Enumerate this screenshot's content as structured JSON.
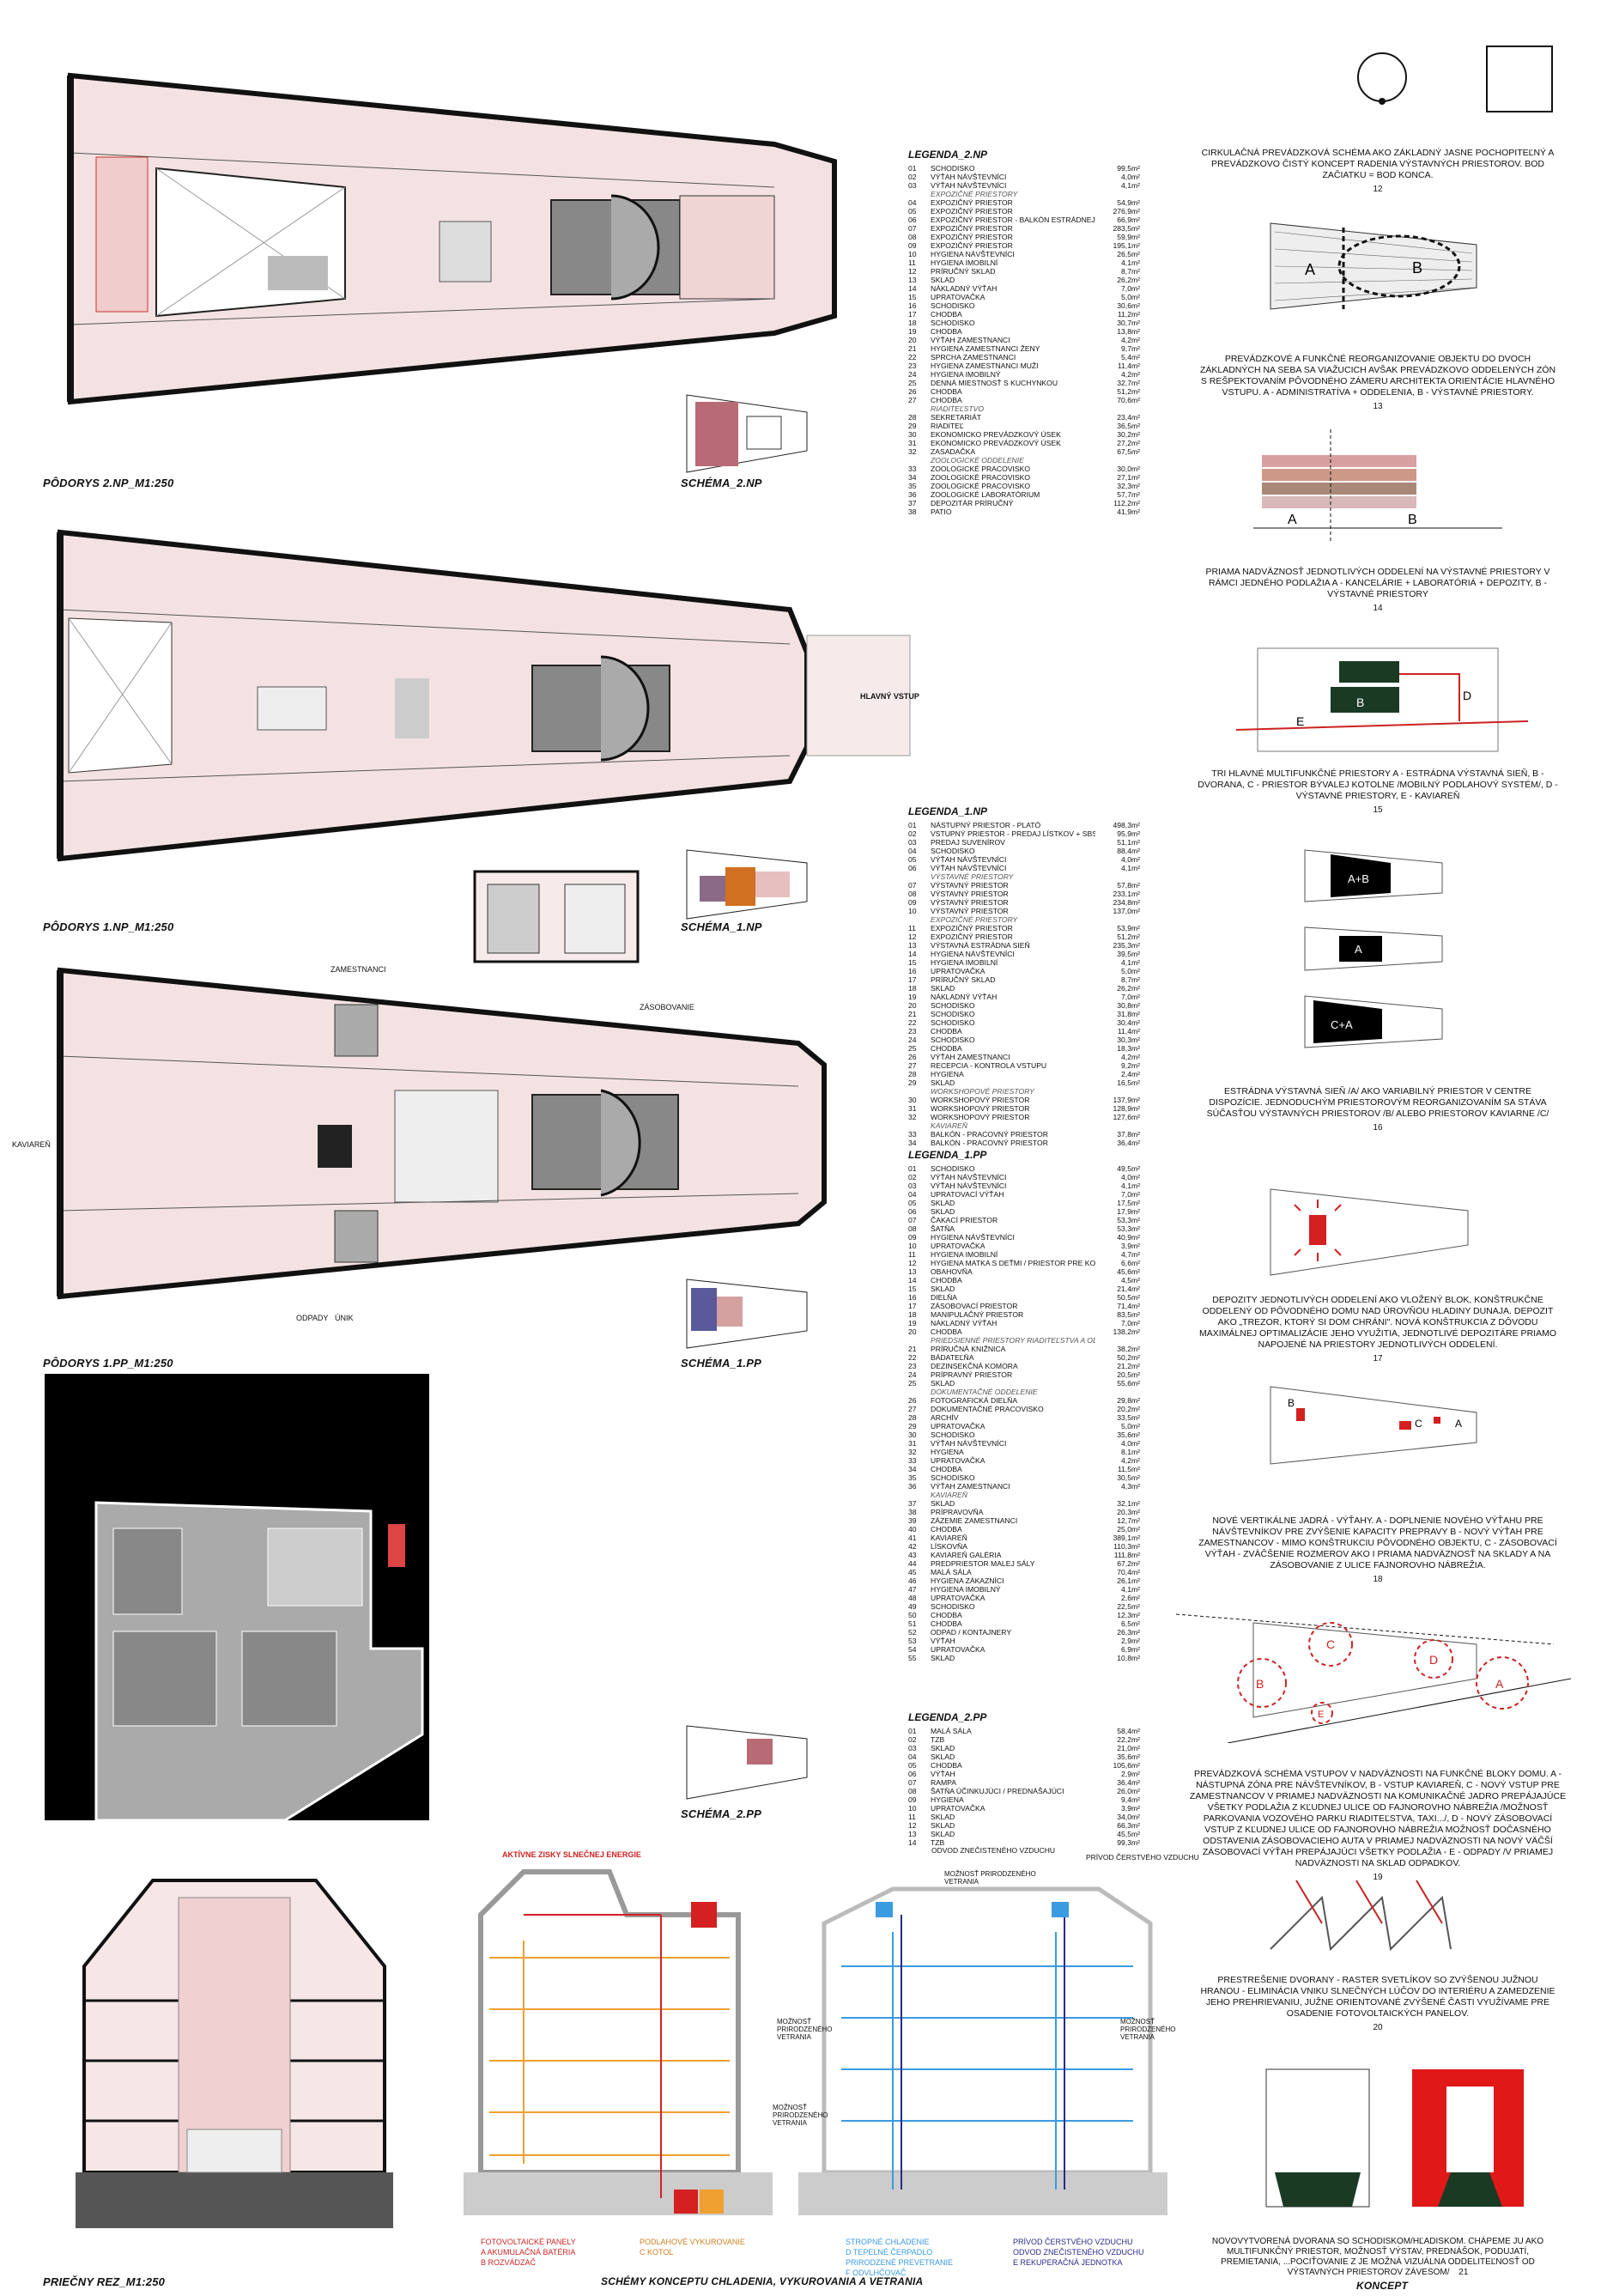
{
  "plans": {
    "np2_title": "PÔDORYS 2.NP_M1:250",
    "np2_schema": "SCHÉMA_2.NP",
    "np1_title": "PÔDORYS 1.NP_M1:250",
    "np1_schema": "SCHÉMA_1.NP",
    "np1_entrance": "HLAVNÝ VSTUP",
    "pp1_title": "PÔDORYS 1.PP_M1:250",
    "pp1_schema": "SCHÉMA_1.PP",
    "pp1_kaviaren": "KAVIAREŇ",
    "pp1_zamestnanci": "ZAMESTNANCI",
    "pp1_zasobovanie": "ZÁSOBOVANIE",
    "pp1_odpady": "ODPADY",
    "pp1_unik": "ÚNIK",
    "pp2_schema": "SCHÉMA_2.PP"
  },
  "legend_2np": {
    "title": "LEGENDA_2.NP",
    "rows": [
      [
        "01",
        "SCHODISKO",
        "99,5m²"
      ],
      [
        "02",
        "VÝŤAH NÁVŠTEVNÍCI",
        "4,0m²"
      ],
      [
        "03",
        "VÝŤAH NÁVŠTEVNÍCI",
        "4,1m²"
      ],
      [
        "",
        "EXPOZIČNÉ PRIESTORY",
        ""
      ],
      [
        "04",
        "EXPOZIČNÝ PRIESTOR",
        "54,9m²"
      ],
      [
        "05",
        "EXPOZIČNÝ PRIESTOR",
        "276,9m²"
      ],
      [
        "06",
        "EXPOZIČNÝ PRIESTOR - BALKÓN ESTRÁDNEJ SIENE",
        "66,9m²"
      ],
      [
        "07",
        "EXPOZIČNÝ PRIESTOR",
        "283,5m²"
      ],
      [
        "08",
        "EXPOZIČNÝ PRIESTOR",
        "59,9m²"
      ],
      [
        "09",
        "EXPOZIČNÝ PRIESTOR",
        "195,1m²"
      ],
      [
        "10",
        "HYGIENA NÁVŠTEVNÍCI",
        "26,5m²"
      ],
      [
        "11",
        "HYGIENA IMOBILNÍ",
        "4,1m²"
      ],
      [
        "12",
        "PRÍRUČNÝ SKLAD",
        "8,7m²"
      ],
      [
        "13",
        "SKLAD",
        "26,2m²"
      ],
      [
        "14",
        "NÁKLADNÝ VÝŤAH",
        "7,0m²"
      ],
      [
        "15",
        "UPRATOVAČKA",
        "5,0m²"
      ],
      [
        "16",
        "SCHODISKO",
        "30,6m²"
      ],
      [
        "17",
        "CHODBA",
        "11,2m²"
      ],
      [
        "18",
        "SCHODISKO",
        "30,7m²"
      ],
      [
        "19",
        "CHODBA",
        "13,8m²"
      ],
      [
        "20",
        "VÝŤAH ZAMESTNANCI",
        "4,2m²"
      ],
      [
        "21",
        "HYGIENA ZAMESTNANCI ŽENY",
        "9,7m²"
      ],
      [
        "22",
        "SPRCHA ZAMESTNANCI",
        "5,4m²"
      ],
      [
        "23",
        "HYGIENA ZAMESTNANCI MUŽI",
        "11,4m²"
      ],
      [
        "24",
        "HYGIENA IMOBILNÝ",
        "4,2m²"
      ],
      [
        "25",
        "DENNÁ MIESTNOSŤ S KUCHYNKOU",
        "32,7m²"
      ],
      [
        "26",
        "CHODBA",
        "51,2m²"
      ],
      [
        "27",
        "CHODBA",
        "70,6m²"
      ],
      [
        "",
        "RIADITEĽSTVO",
        ""
      ],
      [
        "28",
        "SEKRETARIÁT",
        "23,4m²"
      ],
      [
        "29",
        "RIADITEĽ",
        "36,5m²"
      ],
      [
        "30",
        "EKONOMICKO PREVÁDZKOVÝ ÚSEK",
        "30,2m²"
      ],
      [
        "31",
        "EKONOMICKO PREVÁDZKOVÝ ÚSEK",
        "27,2m²"
      ],
      [
        "32",
        "ZASADAČKA",
        "67,5m²"
      ],
      [
        "",
        "ZOOLOGICKÉ ODDELENIE",
        ""
      ],
      [
        "33",
        "ZOOLOGICKÉ PRACOVISKO",
        "30,0m²"
      ],
      [
        "34",
        "ZOOLOGICKÉ PRACOVISKO",
        "27,1m²"
      ],
      [
        "35",
        "ZOOLOGICKÉ PRACOVISKO",
        "32,3m²"
      ],
      [
        "36",
        "ZOOLOGICKÉ LABORATÓRIUM",
        "57,7m²"
      ],
      [
        "37",
        "DEPOZITÁR PRÍRUČNÝ",
        "112,2m²"
      ],
      [
        "38",
        "PATIO",
        "41,9m²"
      ]
    ]
  },
  "legend_1np": {
    "title": "LEGENDA_1.NP",
    "rows": [
      [
        "01",
        "NÁSTUPNÝ PRIESTOR - PLATÓ",
        "498,3m²"
      ],
      [
        "02",
        "VSTUPNÝ PRIESTOR - PREDAJ LÍSTKOV + SBS",
        "95,9m²"
      ],
      [
        "03",
        "PREDAJ SUVENÍROV",
        "51,1m²"
      ],
      [
        "04",
        "SCHODISKO",
        "88,4m²"
      ],
      [
        "05",
        "VÝŤAH NÁVŠTEVNÍCI",
        "4,0m²"
      ],
      [
        "06",
        "VÝŤAH NÁVŠTEVNÍCI",
        "4,1m²"
      ],
      [
        "",
        "VÝSTAVNÉ PRIESTORY",
        ""
      ],
      [
        "07",
        "VÝSTAVNÝ PRIESTOR",
        "57,8m²"
      ],
      [
        "08",
        "VÝSTAVNÝ PRIESTOR",
        "233,1m²"
      ],
      [
        "09",
        "VÝSTAVNÝ PRIESTOR",
        "234,8m²"
      ],
      [
        "10",
        "VÝSTAVNÝ PRIESTOR",
        "137,0m²"
      ],
      [
        "",
        "EXPOZIČNÉ PRIESTORY",
        ""
      ],
      [
        "11",
        "EXPOZIČNÝ PRIESTOR",
        "53,9m²"
      ],
      [
        "12",
        "EXPOZIČNÝ PRIESTOR",
        "51,2m²"
      ],
      [
        "13",
        "VÝSTAVNÁ ESTRÁDNA SIEŇ",
        "235,3m²"
      ],
      [
        "14",
        "HYGIENA NÁVŠTEVNÍCI",
        "39,5m²"
      ],
      [
        "15",
        "HYGIENA IMOBILNÍ",
        "4,1m²"
      ],
      [
        "16",
        "UPRATOVAČKA",
        "5,0m²"
      ],
      [
        "17",
        "PRÍRUČNÝ SKLAD",
        "8,7m²"
      ],
      [
        "18",
        "SKLAD",
        "26,2m²"
      ],
      [
        "19",
        "NÁKLADNÝ VÝŤAH",
        "7,0m²"
      ],
      [
        "20",
        "SCHODISKO",
        "30,8m²"
      ],
      [
        "21",
        "SCHODISKO",
        "31,8m²"
      ],
      [
        "22",
        "SCHODISKO",
        "30,4m²"
      ],
      [
        "23",
        "CHODBA",
        "11,4m²"
      ],
      [
        "24",
        "SCHODISKO",
        "30,3m²"
      ],
      [
        "25",
        "CHODBA",
        "18,3m²"
      ],
      [
        "26",
        "VÝŤAH ZAMESTNANCI",
        "4,2m²"
      ],
      [
        "27",
        "RECEPCIA - KONTROLA VSTUPU",
        "9,2m²"
      ],
      [
        "28",
        "HYGIENA",
        "2,4m²"
      ],
      [
        "29",
        "SKLAD",
        "16,5m²"
      ],
      [
        "",
        "WORKSHOPOVÉ PRIESTORY",
        ""
      ],
      [
        "30",
        "WORKSHOPOVÝ PRIESTOR",
        "137,9m²"
      ],
      [
        "31",
        "WORKSHOPOVÝ PRIESTOR",
        "128,9m²"
      ],
      [
        "32",
        "WORKSHOPOVÝ PRIESTOR",
        "127,6m²"
      ],
      [
        "",
        "KAVIAREŇ",
        ""
      ],
      [
        "33",
        "BALKÓN - PRACOVNÝ PRIESTOR",
        "37,8m²"
      ],
      [
        "34",
        "BALKÓN - PRACOVNÝ PRIESTOR",
        "36,4m²"
      ]
    ]
  },
  "legend_1pp": {
    "title": "LEGENDA_1.PP",
    "rows": [
      [
        "01",
        "SCHODISKO",
        "49,5m²"
      ],
      [
        "02",
        "VÝŤAH NÁVŠTEVNÍCI",
        "4,0m²"
      ],
      [
        "03",
        "VÝŤAH NÁVŠTEVNÍCI",
        "4,1m²"
      ],
      [
        "04",
        "UPRATOVACÍ VÝŤAH",
        "7,0m²"
      ],
      [
        "05",
        "SKLAD",
        "17,5m²"
      ],
      [
        "06",
        "SKLAD",
        "17,9m²"
      ],
      [
        "07",
        "ČAKACÍ PRIESTOR",
        "53,3m²"
      ],
      [
        "08",
        "ŠATŇA",
        "53,3m²"
      ],
      [
        "09",
        "HYGIENA NÁVŠTEVNÍCI",
        "40,9m²"
      ],
      [
        "10",
        "UPRATOVAČKA",
        "3,9m²"
      ],
      [
        "11",
        "HYGIENA IMOBILNÍ",
        "4,7m²"
      ],
      [
        "12",
        "HYGIENA MATKA S DEŤMI / PRIESTOR PRE KOJENIE",
        "6,6m²"
      ],
      [
        "13",
        "OBAHOVŇA",
        "45,6m²"
      ],
      [
        "14",
        "CHODBA",
        "4,5m²"
      ],
      [
        "15",
        "SKLAD",
        "21,4m²"
      ],
      [
        "16",
        "DIELŇA",
        "50,5m²"
      ],
      [
        "17",
        "ZÁSOBOVACÍ PRIESTOR",
        "71,4m²"
      ],
      [
        "18",
        "MANIPULAČNÝ PRIESTOR",
        "83,5m²"
      ],
      [
        "19",
        "NÁKLADNÝ VÝŤAH",
        "7,0m²"
      ],
      [
        "20",
        "CHODBA",
        "138,2m²"
      ],
      [
        "",
        "PRIEDSIENNÉ PRIESTORY RIADITEĽSTVA A ODBORNÝCH PRACOVÍSK",
        ""
      ],
      [
        "21",
        "PRÍRUČNÁ KNIŽNICA",
        "38,2m²"
      ],
      [
        "22",
        "BÁDATEĽŇA",
        "50,2m²"
      ],
      [
        "23",
        "DEZINSEKČNÁ KOMORA",
        "21,2m²"
      ],
      [
        "24",
        "PRÍPRAVNÝ PRIESTOR",
        "20,5m²"
      ],
      [
        "25",
        "SKLAD",
        "55,6m²"
      ],
      [
        "",
        "DOKUMENTAČNÉ ODDELENIE",
        ""
      ],
      [
        "26",
        "FOTOGRAFICKÁ DIELŇA",
        "29,8m²"
      ],
      [
        "27",
        "DOKUMENTAČNÉ PRACOVISKO",
        "20,2m²"
      ],
      [
        "28",
        "ARCHÍV",
        "33,5m²"
      ],
      [
        "29",
        "UPRATOVAČKA",
        "5,0m²"
      ],
      [
        "30",
        "SCHODISKO",
        "35,6m²"
      ],
      [
        "31",
        "VÝŤAH NÁVŠTEVNÍCI",
        "4,0m²"
      ],
      [
        "32",
        "HYGIENA",
        "8,1m²"
      ],
      [
        "33",
        "UPRATOVAČKA",
        "4,2m²"
      ],
      [
        "34",
        "CHODBA",
        "11,5m²"
      ],
      [
        "35",
        "SCHODISKO",
        "30,5m²"
      ],
      [
        "36",
        "VÝŤAH ZAMESTNANCI",
        "4,3m²"
      ],
      [
        "",
        "KAVIAREŇ",
        ""
      ],
      [
        "37",
        "SKLAD",
        "32,1m²"
      ],
      [
        "38",
        "PRÍPRAVOVŇA",
        "20,3m²"
      ],
      [
        "39",
        "ZÁZEMIE ZAMESTNANCI",
        "12,7m²"
      ],
      [
        "40",
        "CHODBA",
        "25,0m²"
      ],
      [
        "41",
        "KAVIAREŇ",
        "389,1m²"
      ],
      [
        "42",
        "LÍSKOVŇA",
        "110,3m²"
      ],
      [
        "43",
        "KAVIAREŇ GALÉRIA",
        "111,8m²"
      ],
      [
        "44",
        "PREDPRIESTOR MALEJ SÁLY",
        "67,2m²"
      ],
      [
        "45",
        "MALÁ SÁLA",
        "70,4m²"
      ],
      [
        "46",
        "HYGIENA ZÁKAZNÍCI",
        "26,1m²"
      ],
      [
        "47",
        "HYGIENA IMOBILNÝ",
        "4,1m²"
      ],
      [
        "48",
        "UPRATOVAČKA",
        "2,6m²"
      ],
      [
        "49",
        "SCHODISKO",
        "22,5m²"
      ],
      [
        "50",
        "CHODBA",
        "12,3m²"
      ],
      [
        "51",
        "CHODBA",
        "6,5m²"
      ],
      [
        "52",
        "ODPAD / KONTAJNERY",
        "26,3m²"
      ],
      [
        "53",
        "VÝŤAH",
        "2,9m²"
      ],
      [
        "54",
        "UPRATOVAČKA",
        "6,9m²"
      ],
      [
        "55",
        "SKLAD",
        "10,8m²"
      ]
    ]
  },
  "legend_2pp": {
    "title": "LEGENDA_2.PP",
    "rows": [
      [
        "01",
        "MALÁ SÁLA",
        "58,4m²"
      ],
      [
        "02",
        "TZB",
        "22,2m²"
      ],
      [
        "03",
        "SKLAD",
        "21,0m²"
      ],
      [
        "04",
        "SKLAD",
        "35,6m²"
      ],
      [
        "05",
        "CHODBA",
        "105,6m²"
      ],
      [
        "06",
        "VÝŤAH",
        "2,9m²"
      ],
      [
        "07",
        "RAMPA",
        "36,4m²"
      ],
      [
        "08",
        "ŠATŇA ÚČINKUJÚCI / PREDNÁŠAJÚCI",
        "26,0m²"
      ],
      [
        "09",
        "HYGIENA",
        "9,4m²"
      ],
      [
        "10",
        "UPRATOVAČKA",
        "3,9m²"
      ],
      [
        "11",
        "SKLAD",
        "34,0m²"
      ],
      [
        "12",
        "SKLAD",
        "66,3m²"
      ],
      [
        "13",
        "SKLAD",
        "45,5m²"
      ],
      [
        "14",
        "TZB",
        "99,3m²"
      ]
    ]
  },
  "concept": {
    "c12": "CIRKULAČNÁ PREVÁDZKOVÁ SCHÉMA AKO ZÁKLADNÝ JASNE POCHOPITEĽNÝ A PREVÁDZKOVO ČISTÝ KONCEPT RADENIA VÝSTAVNÝCH PRIESTOROV. BOD ZAČIATKU = BOD KONCA.",
    "n12": "12",
    "c13": "PREVÁDZKOVÉ A FUNKČNÉ REORGANIZOVANIE OBJEKTU DO DVOCH ZÁKLADNÝCH NA SEBA SA VIAŽUCICH AVŠAK PREVÁDZKOVO ODDELENÝCH ZÓN S REŠPEKTOVANÍM PÔVODNÉHO ZÁMERU ARCHITEKTA ORIENTÁCIE HLAVNÉHO VSTUPU. A - ADMINISTRATÍVA + ODDELENIA, B - VÝSTAVNÉ PRIESTORY.",
    "n13": "13",
    "c14": "PRIAMA NADVÄZNOSŤ JEDNOTLIVÝCH ODDELENÍ NA VÝSTAVNÉ PRIESTORY V RÁMCI JEDNÉHO PODLAŽIA A - KANCELÁRIE + LABORATÓRIÁ + DEPOZITY, B - VÝSTAVNÉ PRIESTORY",
    "n14": "14",
    "c15": "TRI HLAVNÉ MULTIFUNKČNÉ PRIESTORY A - ESTRÁDNA VÝSTAVNÁ SIEŇ, B - DVORANA, C - PRIESTOR BÝVALEJ KOTOLNE /MOBILNÝ PODLAHOVÝ SYSTÉM/, D - VÝSTAVNÉ PRIESTORY, E - KAVIAREŇ",
    "n15": "15",
    "c16": "ESTRÁDNA VÝSTAVNÁ SIEŇ /A/ AKO VARIABILNÝ PRIESTOR V CENTRE DISPOZÍCIE. JEDNODUCHÝM PRIESTOROVÝM REORGANIZOVANÍM SA STÁVA SÚČASŤOU VÝSTAVNÝCH PRIESTOROV /B/ ALEBO PRIESTOROV KAVIARNE /C/",
    "n16": "16",
    "c17": "DEPOZITY JEDNOTLIVÝCH ODDELENÍ AKO VLOŽENÝ BLOK, KONŠTRUKČNE ODDELENÝ OD PÔVODNÉHO DOMU NAD ÚROVŇOU HLADINY DUNAJA. DEPOZIT AKO „TREZOR, KTORÝ SI DOM CHRÁNI\". NOVÁ KONŠTRUKCIA Z DÔVODU MAXIMÁLNEJ OPTIMALIZÁCIE JEHO VYUŽITIA, JEDNOTLIVÉ DEPOZITÁRE PRIAMO NAPOJENÉ NA PRIESTORY JEDNOTLIVÝCH ODDELENÍ.",
    "n17": "17",
    "c18": "NOVÉ VERTIKÁLNE JADRÁ - VÝŤAHY. A - DOPLNENIE NOVÉHO VÝŤAHU PRE NÁVŠTEVNÍKOV PRE ZVÝŠENIE KAPACITY PREPRAVY B - NOVÝ VÝŤAH PRE ZAMESTNANCOV - MIMO KONŠTRUKCIU PÔVODNÉHO OBJEKTU, C - ZÁSOBOVACÍ VÝŤAH - ZVÄČŠENIE ROZMEROV AKO I PRIAMA NADVÄZNOSŤ NA SKLADY A NA ZÁSOBOVANIE Z ULICE FAJNOROVHO NÁBREŽIA.",
    "n18": "18",
    "c19": "PREVÁDZKOVÁ SCHÉMA VSTUPOV V NADVÄZNOSTI NA FUNKČNÉ BLOKY DOMU. A - NÁSTUPNÁ ZÓNA PRE NÁVŠTEVNÍKOV, B - VSTUP KAVIAREŇ, C - NOVÝ VSTUP PRE ZAMESTNANCOV V PRIAMEJ NADVÄZNOSTI NA KOMUNIKAČNÉ JADRO PREPÁJAJÚCE VŠETKY PODLAŽIA Z KĽUDNEJ ULICE OD FAJNOROVHO NÁBREŽIA /MOŽNOSŤ PARKOVANIA VOZOVÉHO PARKU RIADITEĽSTVA, TAXI.../, D - NOVÝ ZÁSOBOVACÍ VSTUP Z KĽUDNEJ ULICE OD FAJNOROVHO NÁBREŽIA MOŽNOSŤ DOČASNÉHO ODSTAVENIA ZÁSOBOVACIEHO AUTA V PRIAMEJ NADVÄZNOSTI NA NOVÝ VÄČŠÍ ZÁSOBOVACÍ VÝŤAH PREPÁJAJÚCI VŠETKY PODLAŽIA - E - ODPADY /V PRIAMEJ NADVÄZNOSTI NA SKLAD ODPADKOV.",
    "n19": "19",
    "c20": "PRESTREŠENIE DVORANY - RASTER SVETLÍKOV SO ZVÝŠENOU JUŽNOU HRANOU - ELIMINÁCIA VNIKU SLNEČNÝCH LÚČOV DO INTERIÉRU A ZAMEDZENIE JEHO PREHRIEVANIU, JUŽNE ORIENTOVANÉ ZVÝŠENÉ ČASTI VYUŽÍVAME PRE OSADENIE FOTOVOLTAICKÝCH PANELOV.",
    "n20": "20",
    "c21": "NOVOVYTVORENÁ DVORANA SO SCHODISKOM/HĽADISKOM. CHÁPEME JU AKO MULTIFUNKČNÝ PRIESTOR, MOŽNOSŤ VÝSTAV, PREDNÁŠOK, PODUJATÍ, PREMIETANIA, ...POCIŤOVANIE Z JE MOŽNÁ VIZUÁLNA ODDELITEĽNOSŤ OD VÝSTAVNÝCH PRIESTOROV ZÁVESOM/",
    "n21": "21",
    "koncept": "KONCEPT"
  },
  "diagram_labels": {
    "A": "A",
    "B": "B",
    "C": "C",
    "D": "D",
    "E": "E",
    "AB": "A+B",
    "CA": "C+A"
  },
  "section": {
    "title": "PRIEČNY REZ_M1:250",
    "schemes_title": "SCHÉMY KONCEPTU CHLADENIA, VYKUROVANIA A VETRANIA",
    "solar": "AKTÍVNE ZISKY SLNEČNEJ ENERGIE",
    "odvod": "ODVOD ZNEČISTENÉHO VZDUCHU",
    "privod": "PRÍVOD ČERSTVÉHO VZDUCHU",
    "vetranie1": "MOŽNOSŤ PRIRODZENÉHO VETRANIA",
    "vetranie2": "MOŽNOSŤ PRIRODZENÉHO VETRANIA",
    "vetranie3": "MOŽNOSŤ PRIRODZENÉHO VETRANIA",
    "vetranie4": "MOŽNOSŤ PRIRODZENÉHO VETRANIA",
    "k1": "FOTOVOLTAICKÉ PANELY",
    "k2": "A  AKUMULAČNÁ BATÉRIA",
    "k3": "B  ROZVÁDZAČ",
    "k4": "PODLAHOVÉ VYKUROVANIE",
    "k5": "C  KOTOL",
    "k6": "STROPNÉ CHLADENIE",
    "k7": "D  TEPELNÉ ČERPADLO",
    "k8": "PRIRODZENÉ PREVETRANIE",
    "k9": "F  ODVLHČOVAČ",
    "k10": "PRÍVOD ČERSTVÉHO VZDUCHU",
    "k11": "ODVOD ZNEČISTENÉHO VZDUCHU",
    "k12": "E  REKUPERAČNÁ JEDNOTKA"
  },
  "colors": {
    "plan_fill": "#f5e4e4",
    "red": "#d42020",
    "orange": "#f0a030",
    "blue": "#3a9be0",
    "navy": "#2a2a8a",
    "dark": "#111111"
  }
}
